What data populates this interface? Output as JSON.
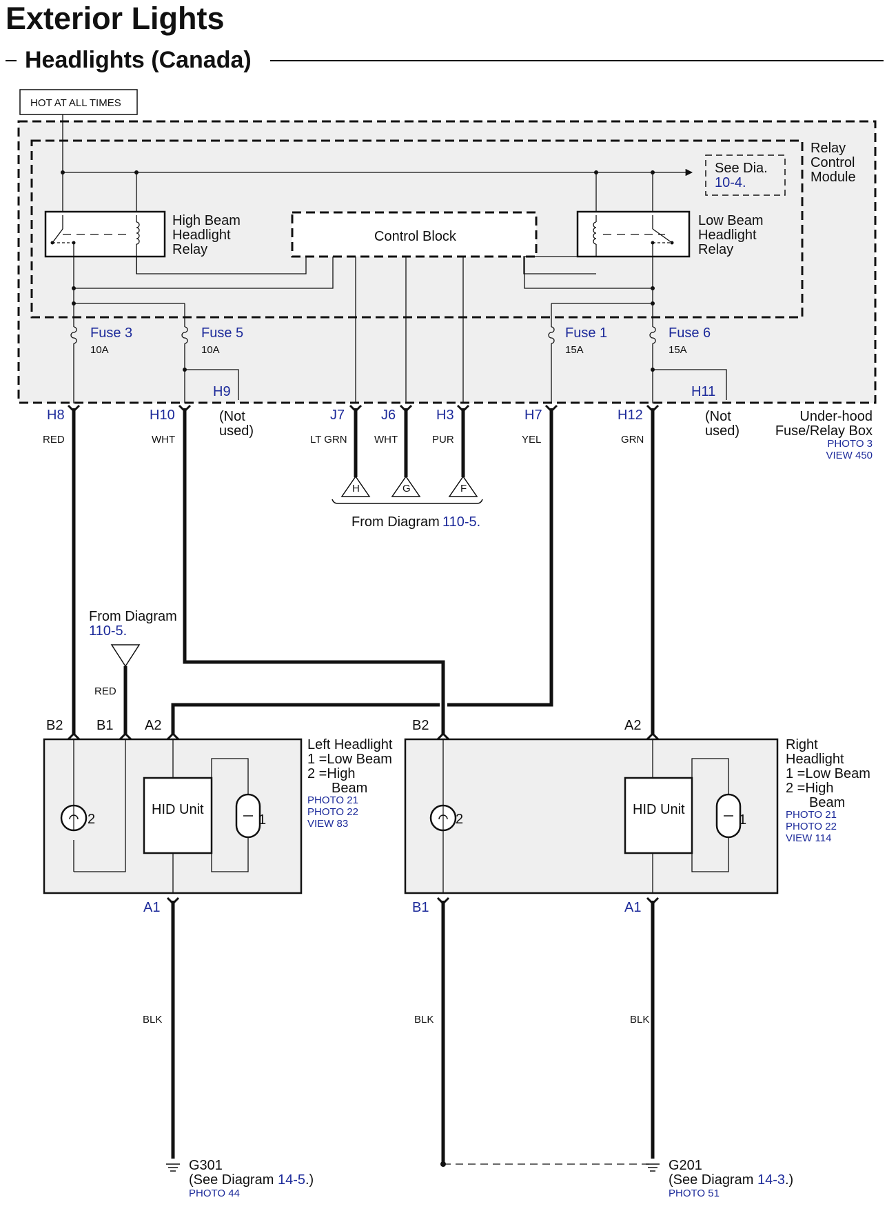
{
  "title": "Exterior Lights",
  "subtitle": "Headlights (Canada)",
  "hot_label": "HOT AT ALL TIMES",
  "relay_module": {
    "line1": "Relay",
    "line2": "Control",
    "line3": "Module"
  },
  "see_dia": {
    "text": "See Dia.",
    "ref": "10-4."
  },
  "high_beam_relay": {
    "line1": "High Beam",
    "line2": "Headlight",
    "line3": "Relay"
  },
  "low_beam_relay": {
    "line1": "Low Beam",
    "line2": "Headlight",
    "line3": "Relay"
  },
  "control_block": "Control Block",
  "fuses": [
    {
      "name": "Fuse 3",
      "rating": "10A"
    },
    {
      "name": "Fuse 5",
      "rating": "10A"
    },
    {
      "name": "Fuse 1",
      "rating": "15A"
    },
    {
      "name": "Fuse 6",
      "rating": "15A"
    }
  ],
  "box_connectors": {
    "h9": "H9",
    "h11": "H11",
    "h8": "H8",
    "h10": "H10",
    "j7": "J7",
    "j6": "J6",
    "h3": "H3",
    "h7": "H7",
    "h12": "H12"
  },
  "not_used": {
    "line1": "(Not",
    "line2": "used)"
  },
  "fuse_box": {
    "line1": "Under-hood",
    "line2": "Fuse/Relay Box",
    "photo": "PHOTO 3",
    "view": "VIEW 450"
  },
  "wire_colors": {
    "h8": "RED",
    "h10": "WHT",
    "j7": "LT GRN",
    "j6": "WHT",
    "h3": "PUR",
    "h7": "YEL",
    "h12": "GRN",
    "b1_left": "RED",
    "gnd_left": "BLK",
    "gnd_mid": "BLK",
    "gnd_right": "BLK"
  },
  "triangles": {
    "h": "H",
    "g": "G",
    "f": "F"
  },
  "from_diagram_mid": {
    "text": "From Diagram",
    "ref": "110-5."
  },
  "from_diagram_left": {
    "text": "From Diagram",
    "ref": "110-5."
  },
  "left_headlight": {
    "pins": {
      "b2": "B2",
      "b1": "B1",
      "a2": "A2",
      "a1": "A1"
    },
    "line1": "Left Headlight",
    "line2": "1 =Low Beam",
    "line3": "2 =High",
    "line4": "Beam",
    "photo1": "PHOTO 21",
    "photo2": "PHOTO 22",
    "view": "VIEW 83",
    "hid": "HID Unit",
    "lamp1": "1",
    "lamp2": "2"
  },
  "right_headlight": {
    "pins": {
      "b2": "B2",
      "a2": "A2",
      "b1": "B1",
      "a1": "A1"
    },
    "line1": "Right",
    "line2": "Headlight",
    "line3": "1 =Low Beam",
    "line4": "2 =High",
    "line5": "Beam",
    "photo1": "PHOTO 21",
    "photo2": "PHOTO 22",
    "view": "VIEW 114",
    "hid": "HID Unit",
    "lamp1": "1",
    "lamp2": "2"
  },
  "grounds": {
    "left": {
      "id": "G301",
      "see": "(See Diagram",
      "ref": "14-5",
      "close": ".)",
      "photo": "PHOTO 44"
    },
    "right": {
      "id": "G201",
      "see": "(See Diagram",
      "ref": "14-3",
      "close": ".)",
      "photo": "PHOTO 51"
    }
  },
  "colors": {
    "label_blue": "#1c2a9a",
    "box_fill": "#efefef",
    "ink": "#111111"
  }
}
